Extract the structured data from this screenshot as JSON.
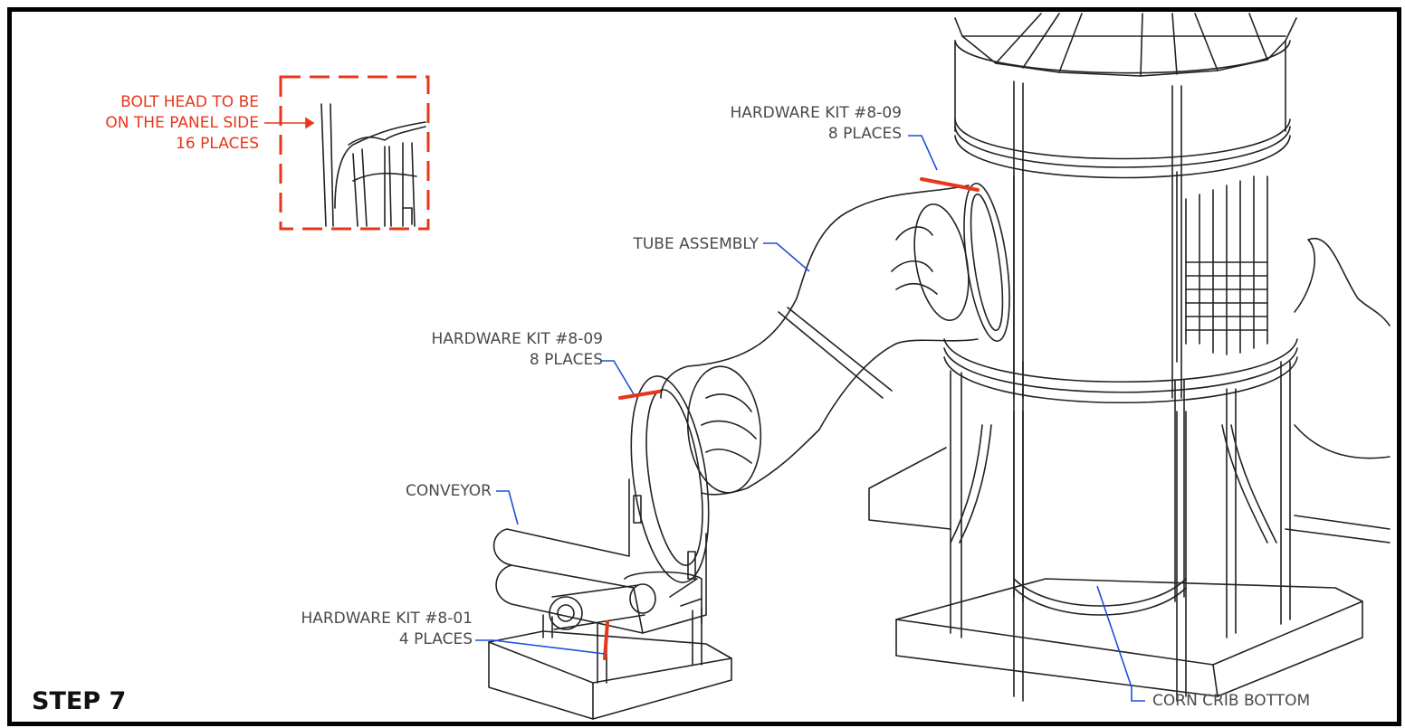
{
  "detail_callout": {
    "lines": [
      "BOLT HEAD TO BE",
      "ON THE PANEL SIDE",
      "16 PLACES"
    ]
  },
  "labels": {
    "hardware_top": [
      "HARDWARE KIT #8-09",
      "8 PLACES"
    ],
    "tube_assembly": "TUBE ASSEMBLY",
    "hardware_mid": [
      "HARDWARE KIT #8-09",
      "8 PLACES"
    ],
    "conveyor": "CONVEYOR",
    "hardware_bottom": [
      "HARDWARE KIT #8-01",
      "4 PLACES"
    ],
    "corn_crib": "CORN CRIB BOTTOM"
  },
  "step_title": "STEP 7",
  "colors": {
    "leader": "#1f4fd8",
    "highlight": "#e8361c",
    "drawing": "#222222",
    "text": "#4a4a4a",
    "frame": "#000000"
  }
}
